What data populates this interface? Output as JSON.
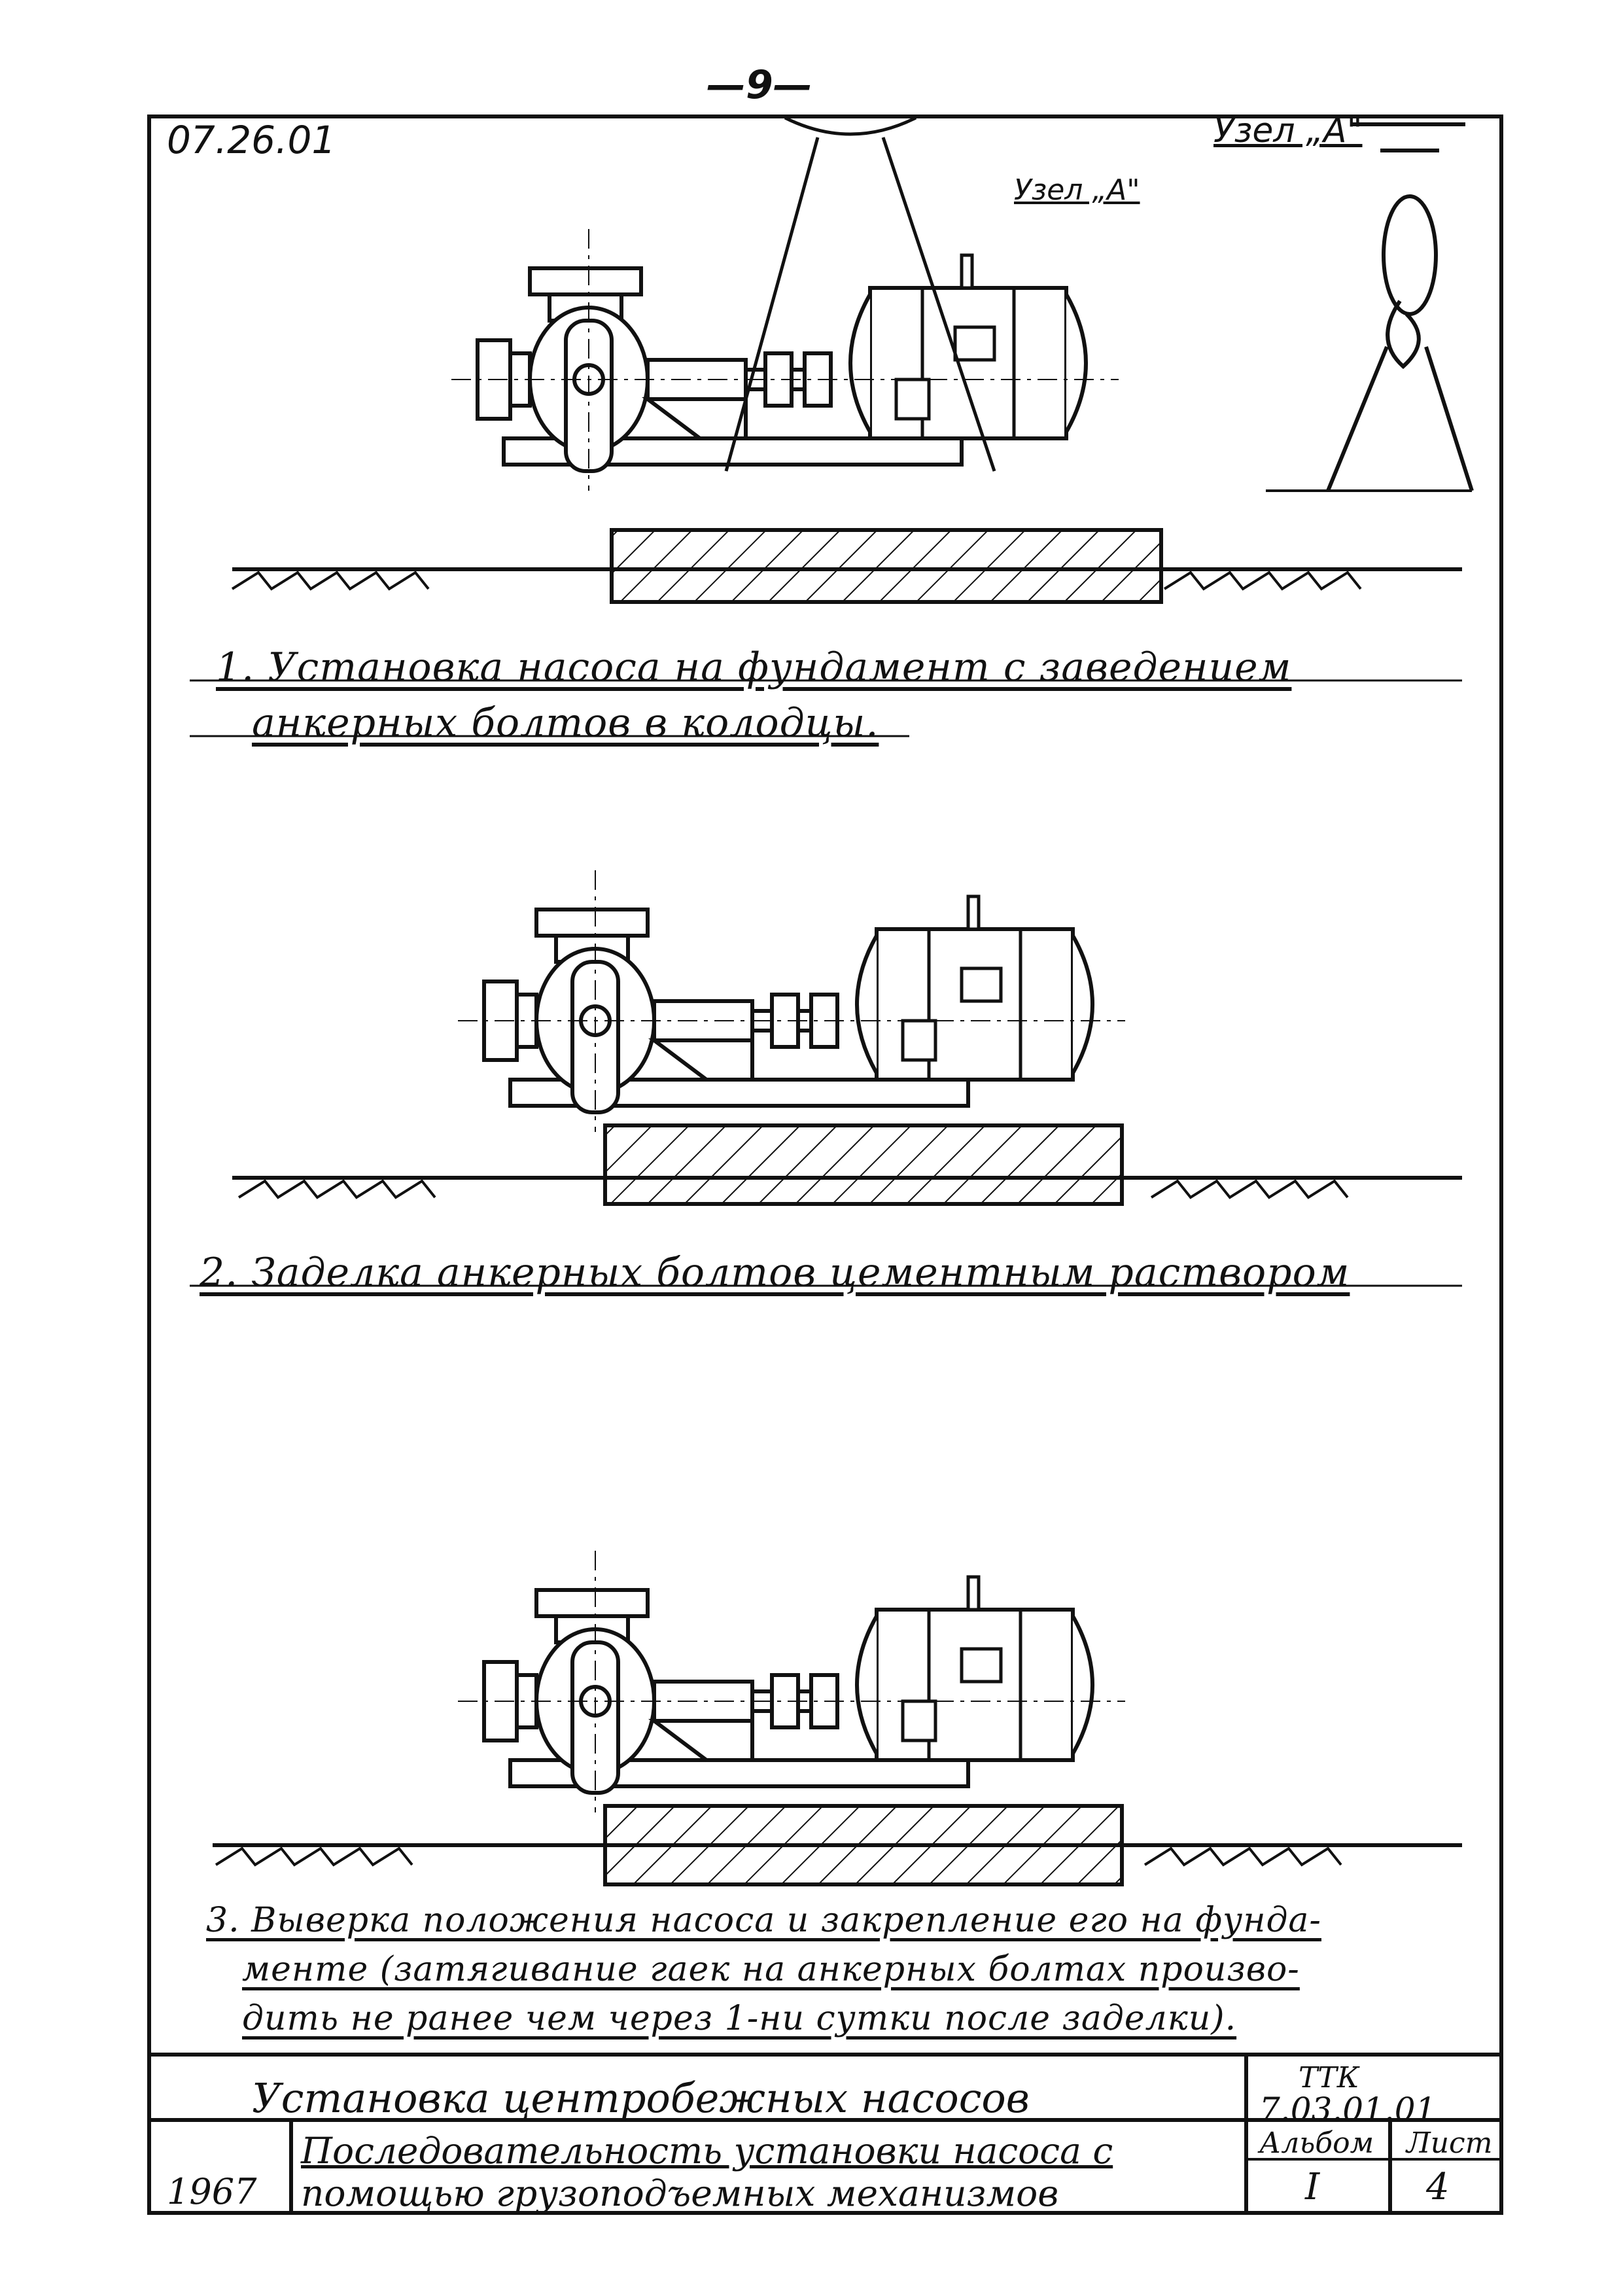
{
  "page_number": "—9—",
  "doc_code": "07.26.01",
  "node_title": "Узел „А\"",
  "node_callout": "Узел „А\"",
  "steps": [
    {
      "lines": [
        "1. Установка насоса на фундамент с заведением",
        "анкерных болтов в колодцы."
      ]
    },
    {
      "lines": [
        "2. Заделка анкерных болтов цементным раствором"
      ]
    },
    {
      "lines": [
        "3. Выверка положения насоса и закрепление его на фунда-",
        "менте (затягивание гаек на анкерных болтах произво-",
        "дить не ранее чем через 1-ни сутки после заделки)."
      ]
    }
  ],
  "title_block": {
    "title": "Установка центробежных насосов",
    "subtitle_line1": "Последовательность установки насоса с",
    "subtitle_line2": "помощью грузоподъемных механизмов",
    "year": "1967",
    "ttk_label": "ТТК",
    "ttk_code": "7.03.01.01",
    "album_label": "Альбом",
    "album_value": "I",
    "sheet_label": "Лист",
    "sheet_value": "4"
  }
}
